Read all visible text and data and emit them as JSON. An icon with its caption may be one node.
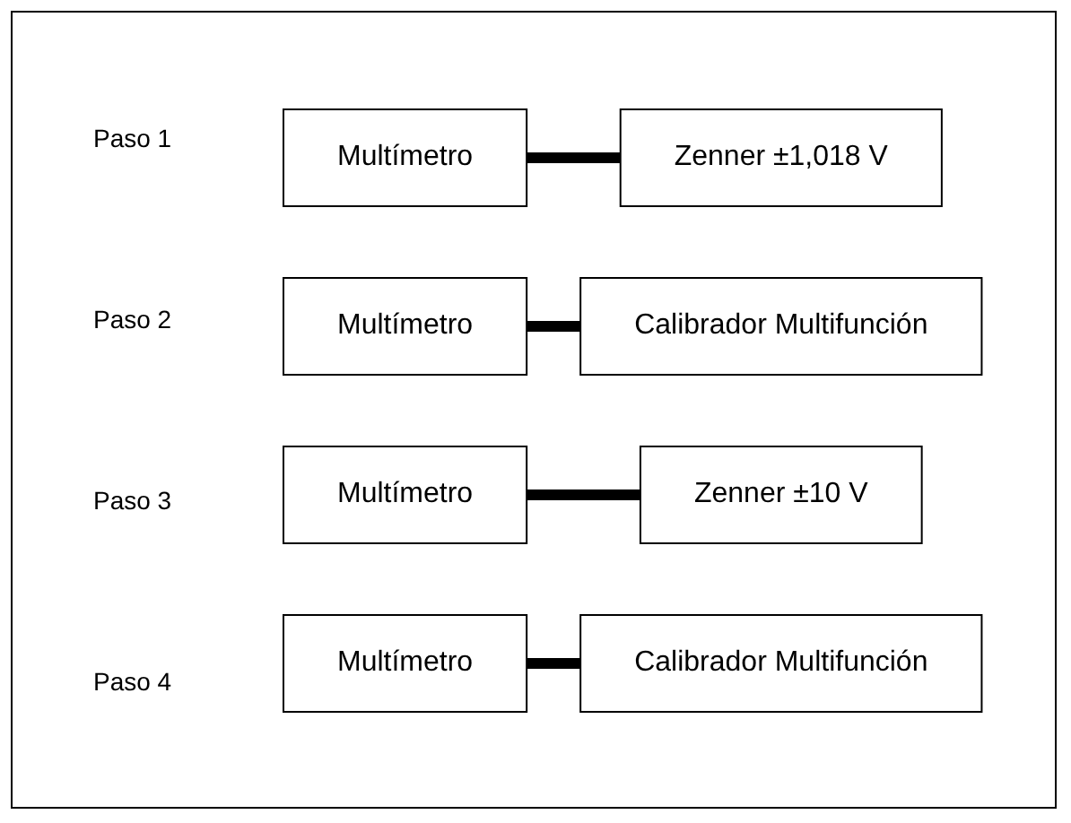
{
  "diagram": {
    "nodes": [
      {
        "text": [
          "Multímetro"
        ]
      },
      {
        "text": [
          "Zenner ±1,018 V"
        ]
      },
      {
        "text": [
          "Multímetro"
        ]
      },
      {
        "text": [
          "Calibrador Multifunción"
        ]
      },
      {
        "text": [
          "Multímetro"
        ]
      },
      {
        "text": [
          "Zenner ±10 V"
        ]
      },
      {
        "text": [
          "Multímetro"
        ]
      },
      {
        "text": [
          "Calibrador Multifunción"
        ]
      }
    ],
    "edges": [
      {
        "from": 0,
        "to": 1,
        "arrow": "none"
      },
      {
        "from": 2,
        "to": 3,
        "arrow": "none"
      },
      {
        "from": 4,
        "to": 5,
        "arrow": "none"
      },
      {
        "from": 6,
        "to": 7,
        "arrow": "none"
      }
    ],
    "labels": [
      "Paso 1",
      "Paso 2",
      "Paso 3",
      "Paso 4"
    ]
  }
}
